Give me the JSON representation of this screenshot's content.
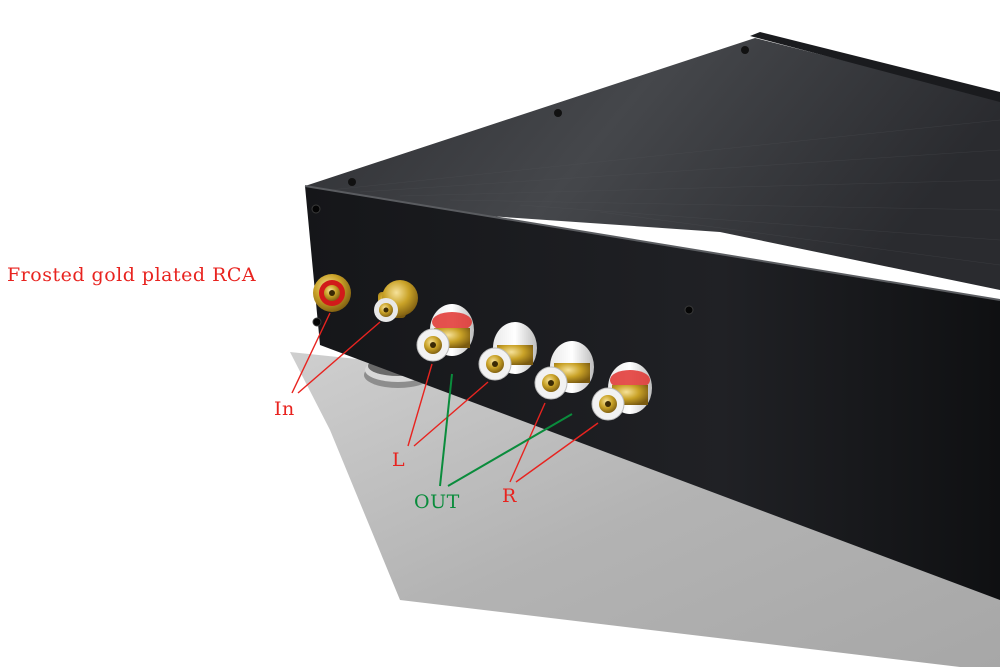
{
  "labels": {
    "rca": "Frosted gold plated RCA",
    "input": "In",
    "left": "L",
    "output": "OUT",
    "right": "R"
  },
  "colors": {
    "chassis": "#1f2024",
    "chassis_top": "#3b3d41",
    "platform": "#b8b8b8",
    "red_annotation": "#e8231f",
    "green_annotation": "#0a8c3c",
    "gold": "#c9a227"
  }
}
